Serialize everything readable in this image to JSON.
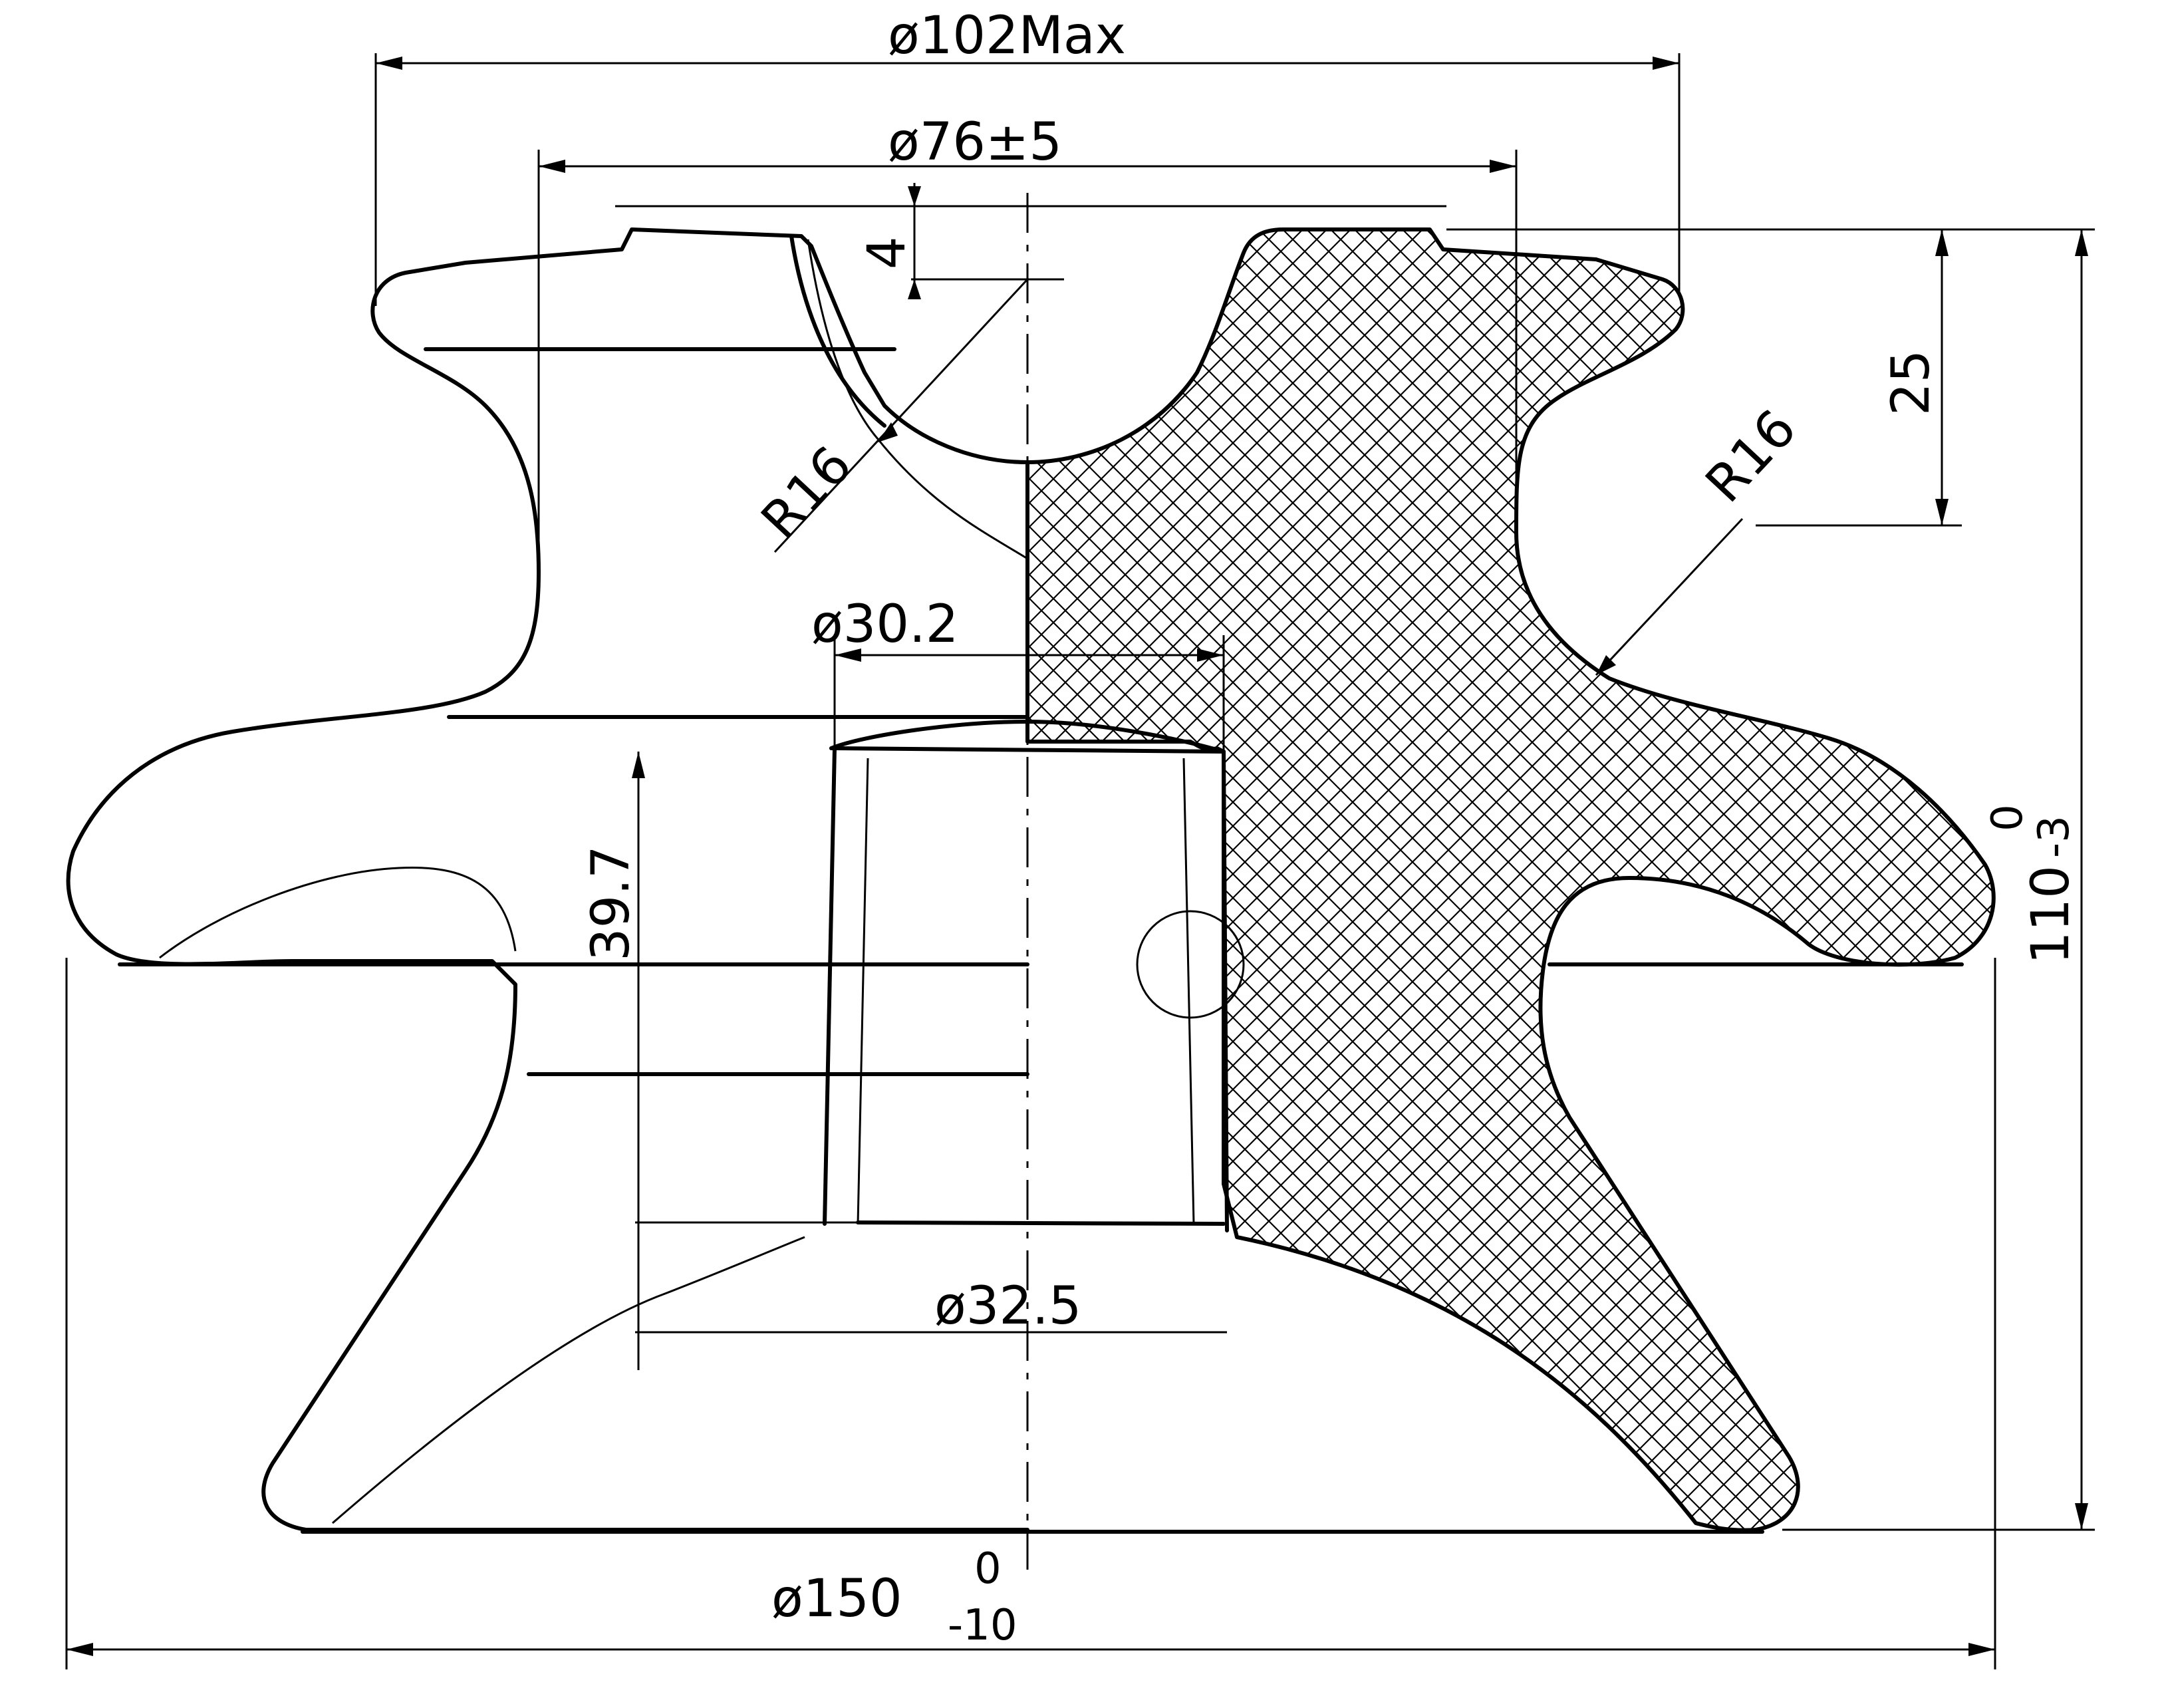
{
  "drawing": {
    "labels": {
      "d_max": "ø102Max",
      "d_76": "ø76±5",
      "d_30": "ø30.2",
      "d_32": "ø32.5",
      "d_150": "ø150",
      "d_150_upper": "0",
      "d_150_lower": "-10",
      "groove_depth": "4",
      "radius_left": "R16",
      "radius_right": "R16",
      "top_height": "25",
      "bore_depth": "39.7",
      "total_height": "110",
      "total_upper": "0",
      "total_lower": "-3"
    },
    "colors": {
      "line": "#000000",
      "background": "#ffffff"
    }
  }
}
